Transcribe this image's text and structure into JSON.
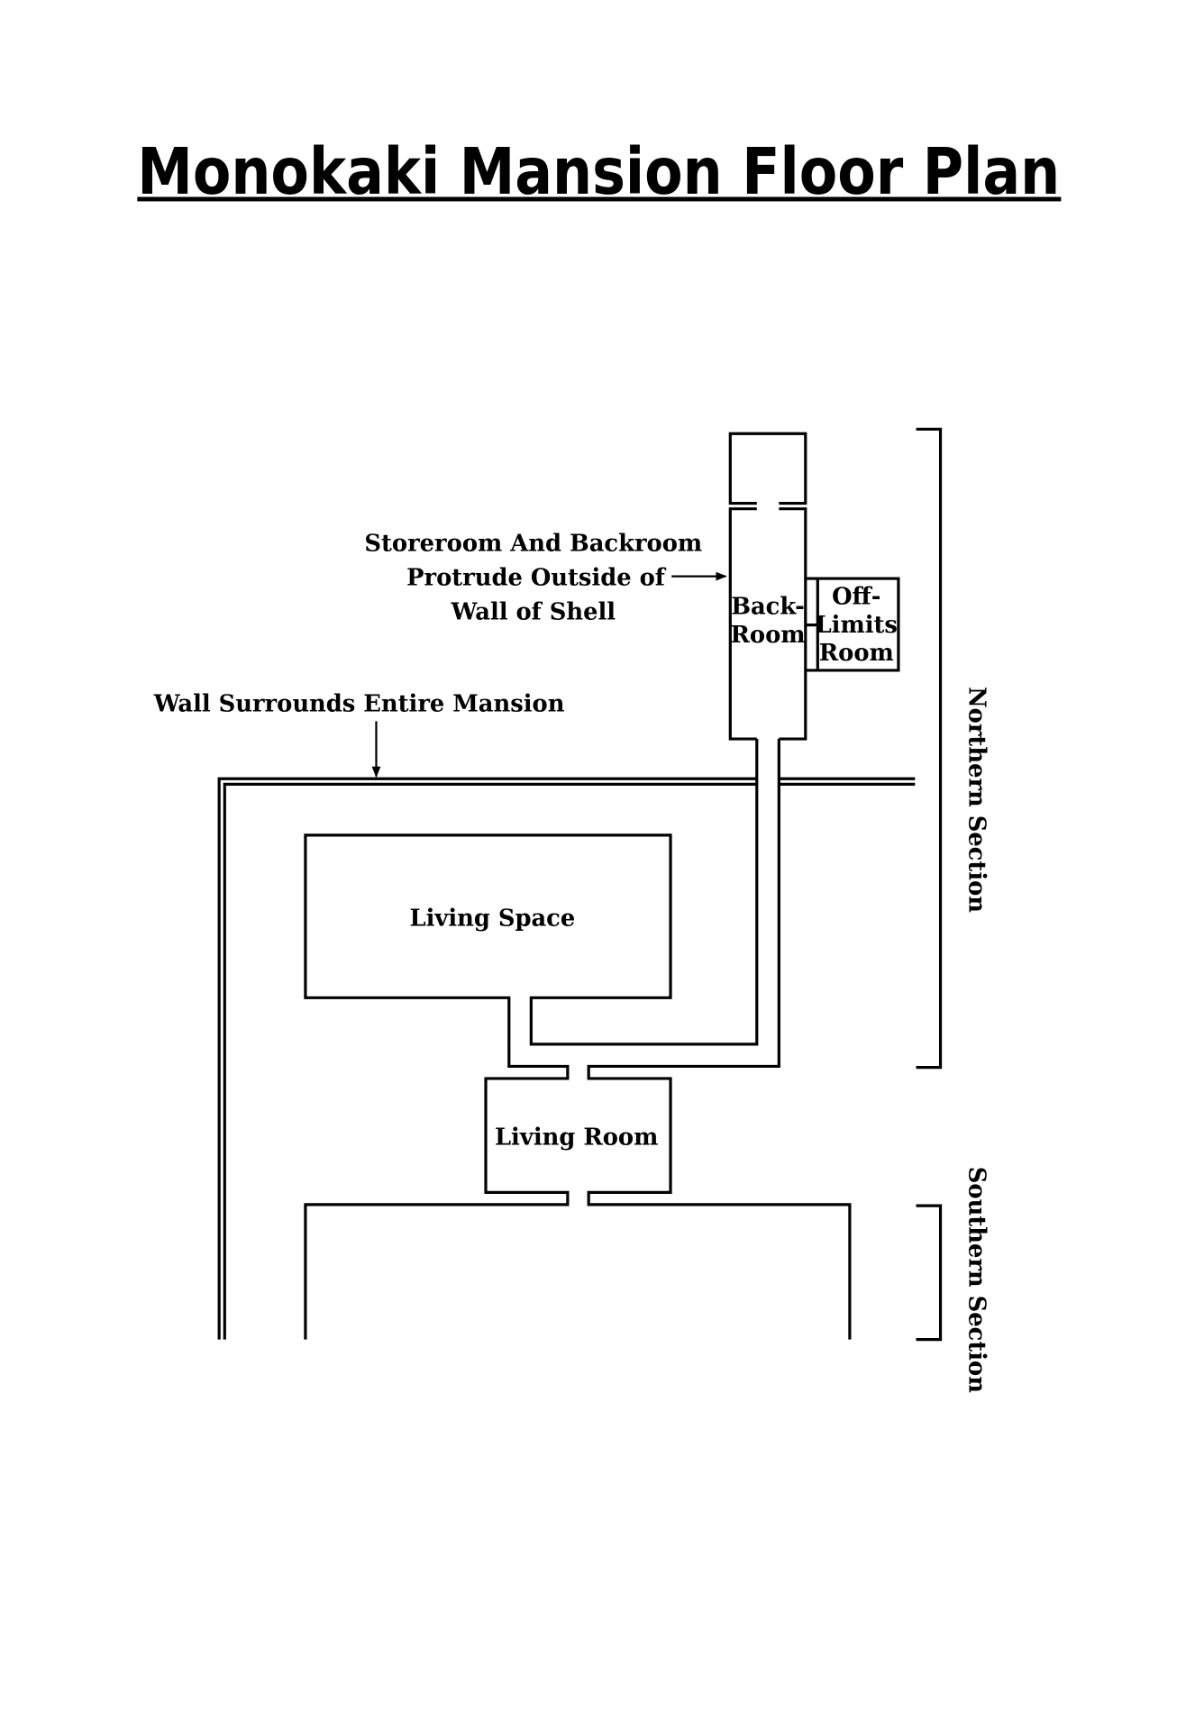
{
  "title": "Monokaki Mansion Floor Plan",
  "annotations": {
    "storeroom_line1": "Storeroom And Backroom",
    "storeroom_line2": "Protrude Outside of",
    "storeroom_line3": "Wall of Shell",
    "wall": "Wall Surrounds Entire Mansion"
  },
  "rooms": {
    "backroom_line1": "Back-",
    "backroom_line2": "Room",
    "offlimits_line1": "Off-",
    "offlimits_line2": "Limits",
    "offlimits_line3": "Room",
    "living_space": "Living Space",
    "living_room": "Living Room"
  },
  "sections": {
    "northern": "Northern Section",
    "southern": "Southern Section"
  }
}
